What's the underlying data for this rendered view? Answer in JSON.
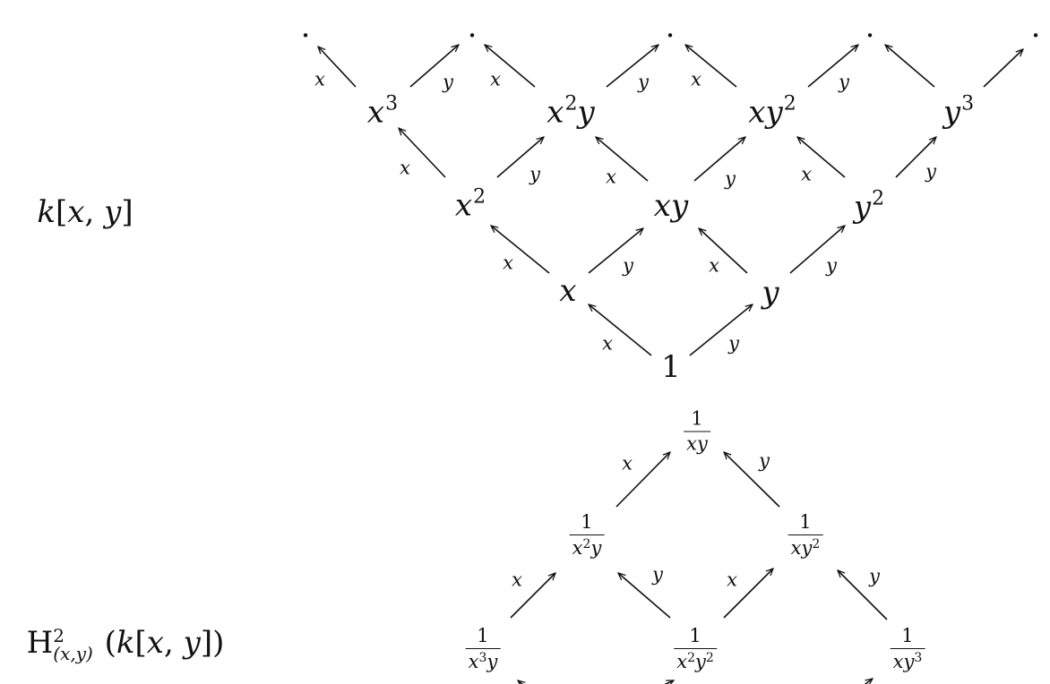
{
  "ring_label": {
    "prefix": "k",
    "open": "[",
    "x": "x",
    "comma": ", ",
    "y": "y",
    "close": "]"
  },
  "cohomology_label": {
    "H": "H",
    "degree": "2",
    "ideal": "(x,y)",
    "open": " (",
    "k": "k",
    "bracket_open": "[",
    "x": "x",
    "comma": ", ",
    "y": "y",
    "bracket_close": "])"
  },
  "polynomial_lattice": {
    "nodes": [
      {
        "id": "n1",
        "base": "1",
        "sup": ""
      },
      {
        "id": "nx",
        "base": "x",
        "sup": ""
      },
      {
        "id": "ny",
        "base": "y",
        "sup": ""
      },
      {
        "id": "nx2",
        "base": "x",
        "sup": "2"
      },
      {
        "id": "nxy",
        "base": "xy",
        "sup": ""
      },
      {
        "id": "ny2",
        "base": "y",
        "sup": "2"
      },
      {
        "id": "nx3",
        "base": "x",
        "sup": "3"
      },
      {
        "id": "nx2y_a",
        "base": "x",
        "sup": "2"
      },
      {
        "id": "nx2y_b",
        "base": "y",
        "sup": ""
      },
      {
        "id": "nxy2",
        "base": "xy",
        "sup": "2"
      },
      {
        "id": "ny3",
        "base": "y",
        "sup": "3"
      }
    ],
    "continuation_dot": "."
  },
  "local_cohomology_lattice": {
    "fractions": [
      {
        "id": "f_xy",
        "numerator": "1",
        "denominator": "xy",
        "den_sup": ""
      },
      {
        "id": "f_x2y",
        "numerator": "1",
        "denominator_a": "x",
        "den_sup_a": "2",
        "denominator_b": "y"
      },
      {
        "id": "f_xy2",
        "numerator": "1",
        "denominator_a": "xy",
        "den_sup_a": "2",
        "denominator_b": ""
      },
      {
        "id": "f_x3y",
        "numerator": "1",
        "denominator_a": "x",
        "den_sup_a": "3",
        "denominator_b": "y"
      },
      {
        "id": "f_x2y2",
        "numerator": "1",
        "denominator_a": "x",
        "den_sup_a": "2",
        "denominator_b": "y",
        "den_sup_b": "2"
      },
      {
        "id": "f_xy3",
        "numerator": "1",
        "denominator_a": "xy",
        "den_sup_a": "3",
        "denominator_b": ""
      }
    ]
  },
  "edge_labels": {
    "x": "x",
    "y": "y"
  },
  "colors": {
    "ink": "#111111",
    "background": "#ffffff"
  }
}
